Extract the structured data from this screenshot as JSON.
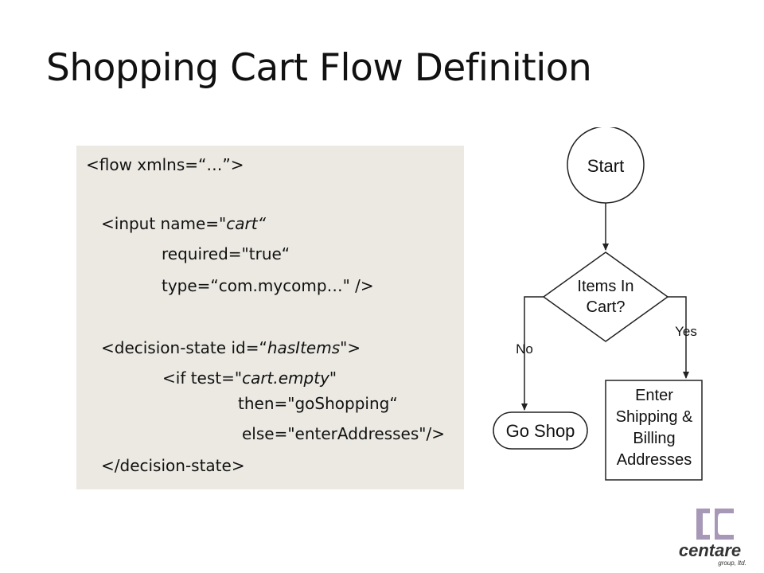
{
  "title": "Shopping Cart Flow Definition",
  "code": {
    "line1": "<flow xmlns=“…”>",
    "line2_a": "<input name=\"",
    "line2_b": "cart“",
    "line3": "required=\"true“",
    "line4": "type=“com.mycomp…\" />",
    "line5_a": "<decision-state id=“",
    "line5_b": "hasItems\"",
    "line5_c": ">",
    "line6_a": "<if test=\"",
    "line6_b": "cart.empty\"",
    "line7": "then=\"goShopping“",
    "line8": "else=\"enterAddresses\"/>",
    "line9": "</decision-state>"
  },
  "flowchart": {
    "start": "Start",
    "decision_line1": "Items In",
    "decision_line2": "Cart?",
    "no_label": "No",
    "yes_label": "Yes",
    "go_shop": "Go Shop",
    "enter_line1": "Enter",
    "enter_line2": "Shipping &",
    "enter_line3": "Billing",
    "enter_line4": "Addresses"
  },
  "logo": {
    "wordmark": "centare",
    "tagline": "group, ltd."
  },
  "colors": {
    "code_bg": "#ebe9e2",
    "logo_purple": "#a898b8",
    "logo_dark": "#333333"
  }
}
